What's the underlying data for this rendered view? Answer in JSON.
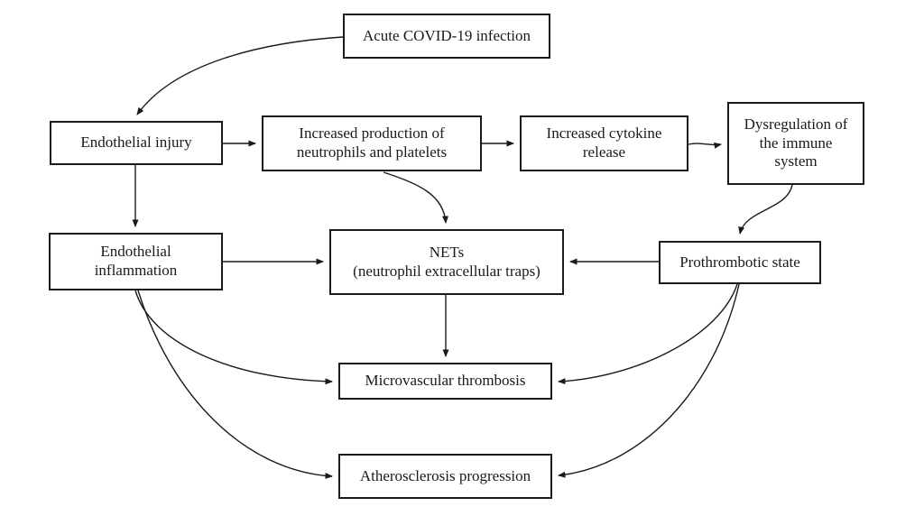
{
  "diagram": {
    "type": "flowchart",
    "topic": "Pathway from acute COVID-19 infection to thrombosis and atherosclerosis",
    "colors": {
      "background": "#ffffff",
      "box_border": "#1a1a1a",
      "text": "#1a1a1a",
      "arrow": "#1a1a1a"
    },
    "nodes": {
      "acute_covid": {
        "label": "Acute COVID-19 infection"
      },
      "endothelial_injury": {
        "label": "Endothelial injury"
      },
      "increased_production": {
        "label": "Increased production of\nneutrophils and platelets"
      },
      "cytokine_release": {
        "label": "Increased cytokine\nrelease"
      },
      "immune_dysregulation": {
        "label": "Dysregulation of\nthe immune\nsystem"
      },
      "endothelial_inflammation": {
        "label": "Endothelial\ninflammation"
      },
      "nets": {
        "label": "NETs\n(neutrophil extracellular traps)"
      },
      "prothrombotic": {
        "label": "Prothrombotic state"
      },
      "microvascular_thrombosis": {
        "label": "Microvascular thrombosis"
      },
      "atherosclerosis": {
        "label": "Atherosclerosis progression"
      }
    },
    "edges": [
      {
        "from": "acute_covid",
        "to": "endothelial_injury"
      },
      {
        "from": "endothelial_injury",
        "to": "increased_production"
      },
      {
        "from": "increased_production",
        "to": "cytokine_release"
      },
      {
        "from": "cytokine_release",
        "to": "immune_dysregulation"
      },
      {
        "from": "immune_dysregulation",
        "to": "prothrombotic"
      },
      {
        "from": "endothelial_injury",
        "to": "endothelial_inflammation"
      },
      {
        "from": "endothelial_inflammation",
        "to": "nets"
      },
      {
        "from": "increased_production",
        "to": "nets"
      },
      {
        "from": "prothrombotic",
        "to": "nets"
      },
      {
        "from": "nets",
        "to": "microvascular_thrombosis"
      },
      {
        "from": "endothelial_inflammation",
        "to": "microvascular_thrombosis"
      },
      {
        "from": "endothelial_inflammation",
        "to": "atherosclerosis"
      },
      {
        "from": "prothrombotic",
        "to": "microvascular_thrombosis"
      },
      {
        "from": "prothrombotic",
        "to": "atherosclerosis"
      }
    ]
  }
}
